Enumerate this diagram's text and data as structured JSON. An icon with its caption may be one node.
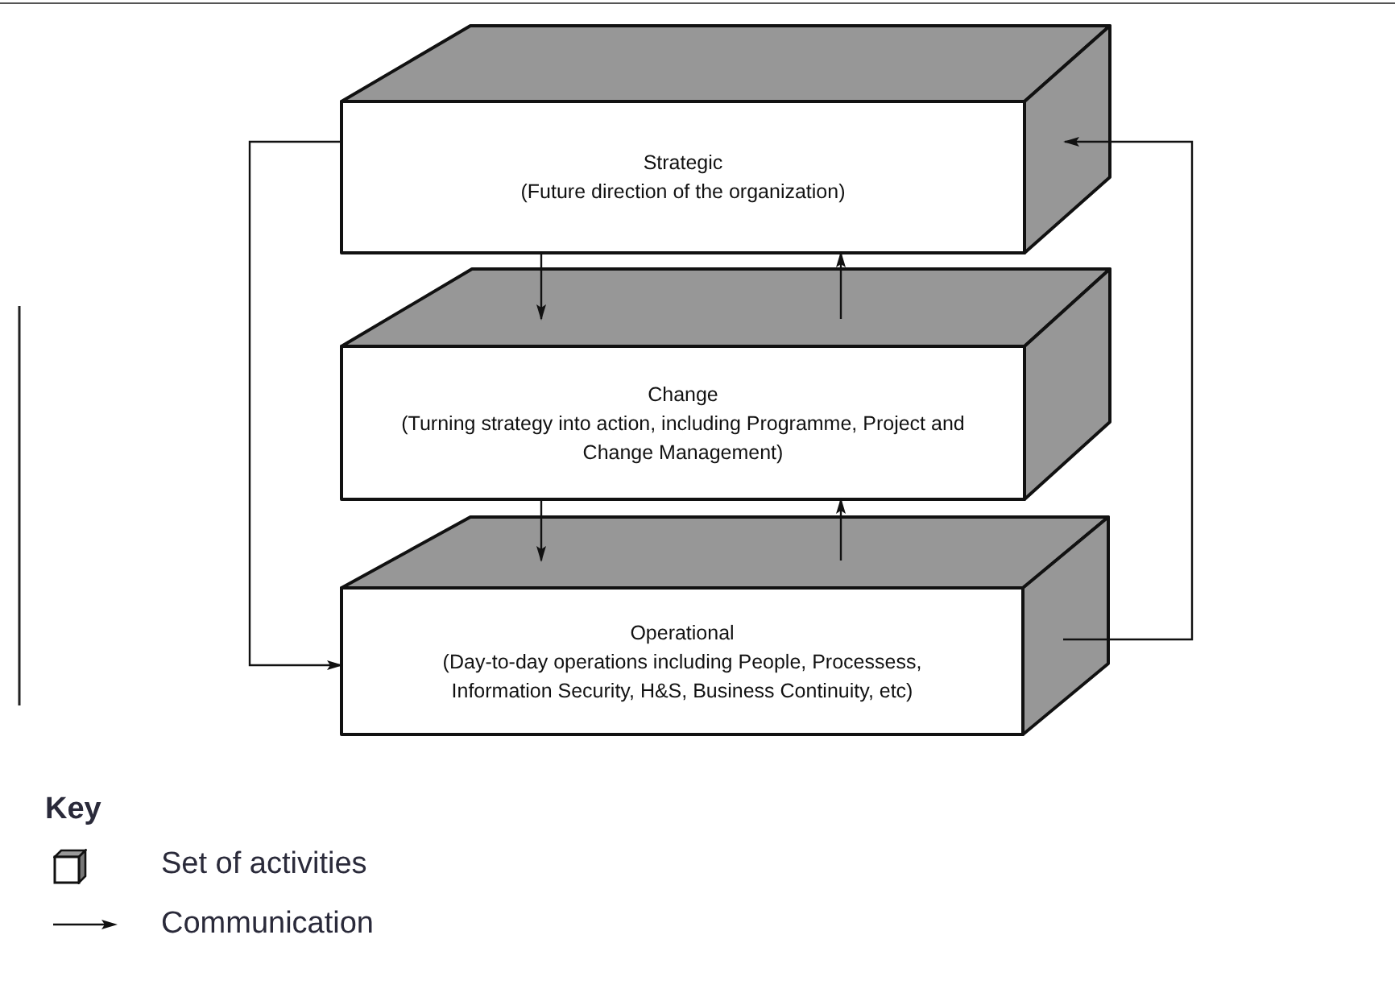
{
  "diagram": {
    "nodes": [
      {
        "text": [
          "Strategic",
          "(Future direction of the organization)"
        ]
      },
      {
        "text": [
          "Change",
          "(Turning strategy into action, including Programme, Project and Change Management)"
        ]
      },
      {
        "text": [
          "Operational",
          "(Day-to-day operations including People, Processess, Information Security, H&S, Business Continuity, etc)"
        ]
      }
    ],
    "edges": [
      {
        "from": 0,
        "to": 1,
        "arrow": "to"
      },
      {
        "from": 1,
        "to": 0,
        "arrow": "to"
      },
      {
        "from": 1,
        "to": 2,
        "arrow": "to"
      },
      {
        "from": 2,
        "to": 1,
        "arrow": "to"
      },
      {
        "from": 0,
        "to": 2,
        "arrow": "to"
      },
      {
        "from": 2,
        "to": 0,
        "arrow": "to"
      }
    ],
    "labels": [
      "Key"
    ],
    "legend": [
      {
        "text": "Set of activities"
      },
      {
        "text": "Communication"
      }
    ]
  }
}
